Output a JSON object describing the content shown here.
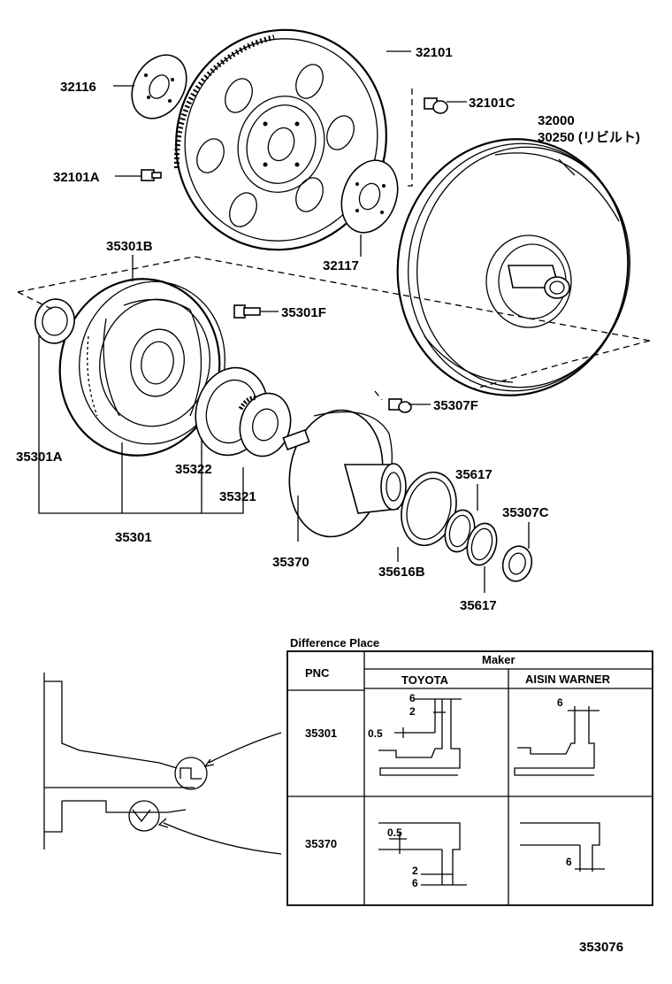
{
  "parts": {
    "p32101": "32101",
    "p32116": "32116",
    "p32101C": "32101C",
    "p32000": "32000",
    "p30250": "30250 (リビルト)",
    "p32101A": "32101A",
    "p32117": "32117",
    "p35301B": "35301B",
    "p35301F": "35301F",
    "p35307F": "35307F",
    "p35301A": "35301A",
    "p35322": "35322",
    "p35321": "35321",
    "p35617a": "35617",
    "p35307C": "35307C",
    "p35301": "35301",
    "p35370": "35370",
    "p35616B": "35616B",
    "p35617b": "35617"
  },
  "table": {
    "caption": "Difference Place",
    "pnc_header": "PNC",
    "maker_header": "Maker",
    "col_toyota": "TOYOTA",
    "col_aisin": "AISIN WARNER",
    "rows": [
      {
        "pnc": "35301"
      },
      {
        "pnc": "35370"
      }
    ],
    "dims": {
      "r1_toyota_6": "6",
      "r1_toyota_2": "2",
      "r1_toyota_05": "0.5",
      "r1_aisin_6": "6",
      "r2_toyota_05": "0.5",
      "r2_toyota_2": "2",
      "r2_toyota_6": "6",
      "r2_aisin_6": "6"
    }
  },
  "diagram_id": "353076"
}
